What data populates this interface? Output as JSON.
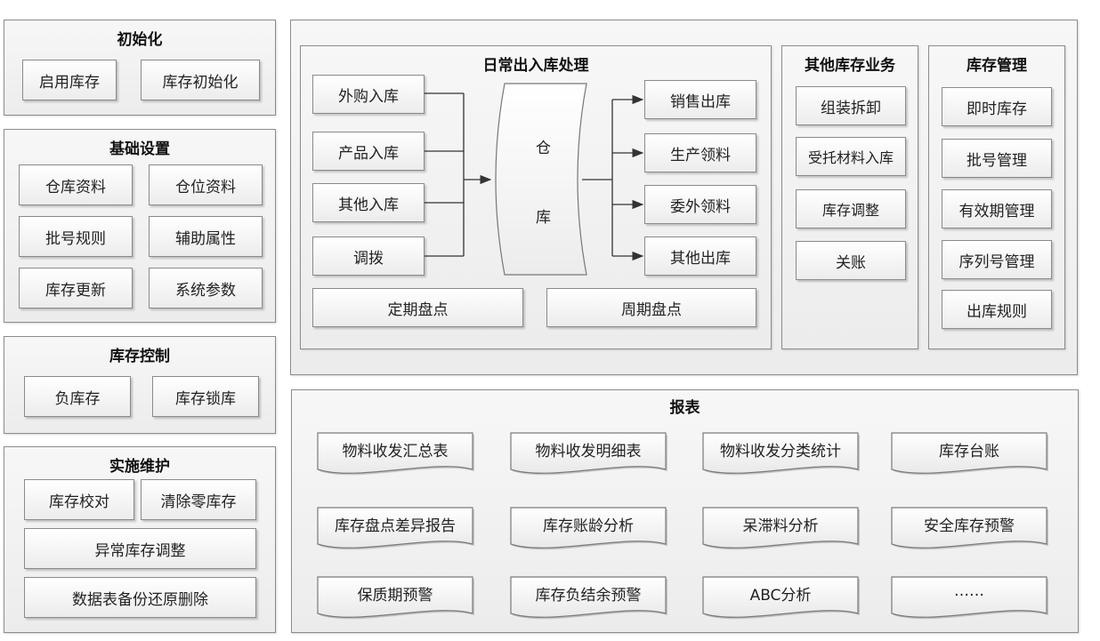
{
  "init": {
    "title": "初始化",
    "items": [
      "启用库存",
      "库存初始化"
    ]
  },
  "basic": {
    "title": "基础设置",
    "items": [
      "仓库资料",
      "仓位资料",
      "批号规则",
      "辅助属性",
      "库存更新",
      "系统参数"
    ]
  },
  "control": {
    "title": "库存控制",
    "items": [
      "负库存",
      "库存锁库"
    ]
  },
  "maint": {
    "title": "实施维护",
    "items": [
      "库存校对",
      "清除零库存",
      "异常库存调整",
      "数据表备份还原删除"
    ]
  },
  "daily": {
    "title": "日常出入库处理",
    "inbound": [
      "外购入库",
      "产品入库",
      "其他入库",
      "调拨"
    ],
    "warehouse": [
      "仓",
      "库"
    ],
    "outbound": [
      "销售出库",
      "生产领料",
      "委外领料",
      "其他出库"
    ],
    "counting": [
      "定期盘点",
      "周期盘点"
    ]
  },
  "other": {
    "title": "其他库存业务",
    "items": [
      "组装拆卸",
      "受托材料入库",
      "库存调整",
      "关账"
    ]
  },
  "mgmt": {
    "title": "库存管理",
    "items": [
      "即时库存",
      "批号管理",
      "有效期管理",
      "序列号管理",
      "出库规则"
    ]
  },
  "reports": {
    "title": "报表",
    "items": [
      "物料收发汇总表",
      "物料收发明细表",
      "物料收发分类统计",
      "库存台账",
      "库存盘点差异报告",
      "库存账龄分析",
      "呆滞料分析",
      "安全库存预警",
      "保质期预警",
      "库存负结余预警",
      "ABC分析",
      "……"
    ]
  }
}
